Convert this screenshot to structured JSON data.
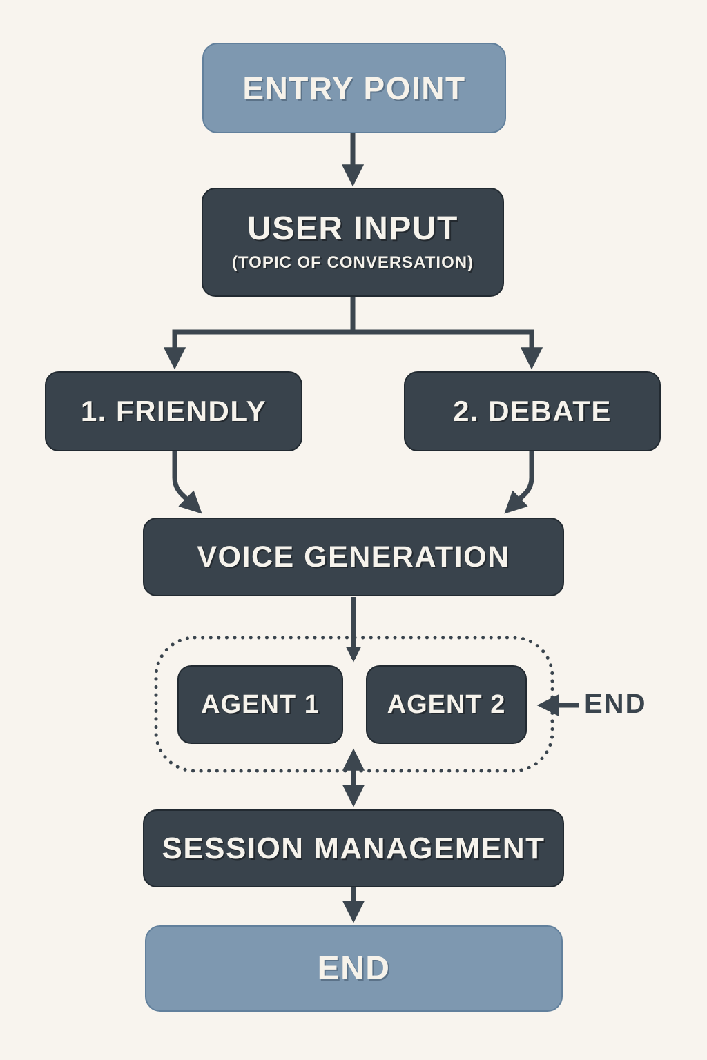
{
  "diagram": {
    "background_color": "#f8f4ee",
    "colors": {
      "node_dark": "#39434c",
      "node_blue": "#7e98b0",
      "connector": "#3c464f",
      "text_light": "#f6f3ec",
      "annotation_text": "#3a444d"
    },
    "nodes": {
      "entry": {
        "label": "ENTRY POINT"
      },
      "user_input": {
        "label": "USER INPUT",
        "sublabel": "(TOPIC OF CONVERSATION)"
      },
      "friendly": {
        "label": "1. FRIENDLY"
      },
      "debate": {
        "label": "2. DEBATE"
      },
      "voice": {
        "label": "VOICE GENERATION"
      },
      "agent1": {
        "label": "AGENT 1"
      },
      "agent2": {
        "label": "AGENT 2"
      },
      "session": {
        "label": "SESSION MANAGEMENT"
      },
      "end_box": {
        "label": "END"
      }
    },
    "annotations": {
      "end_pointer": {
        "label": "END"
      }
    },
    "edges": [
      {
        "from": "entry",
        "to": "user_input",
        "style": "arrow"
      },
      {
        "from": "user_input",
        "to": "friendly",
        "style": "arrow-branch"
      },
      {
        "from": "user_input",
        "to": "debate",
        "style": "arrow-branch"
      },
      {
        "from": "friendly",
        "to": "voice",
        "style": "arrow-curved"
      },
      {
        "from": "debate",
        "to": "voice",
        "style": "arrow-curved"
      },
      {
        "from": "voice",
        "to": "agents_group",
        "style": "arrow"
      },
      {
        "from": "agents_group",
        "to": "session",
        "style": "double-arrow"
      },
      {
        "from": "session",
        "to": "end_box",
        "style": "arrow"
      },
      {
        "from": "end_pointer",
        "to": "agent2",
        "style": "arrow"
      }
    ],
    "groups": {
      "agents_group": {
        "members": [
          "agent1",
          "agent2"
        ],
        "border": "dotted"
      }
    }
  }
}
